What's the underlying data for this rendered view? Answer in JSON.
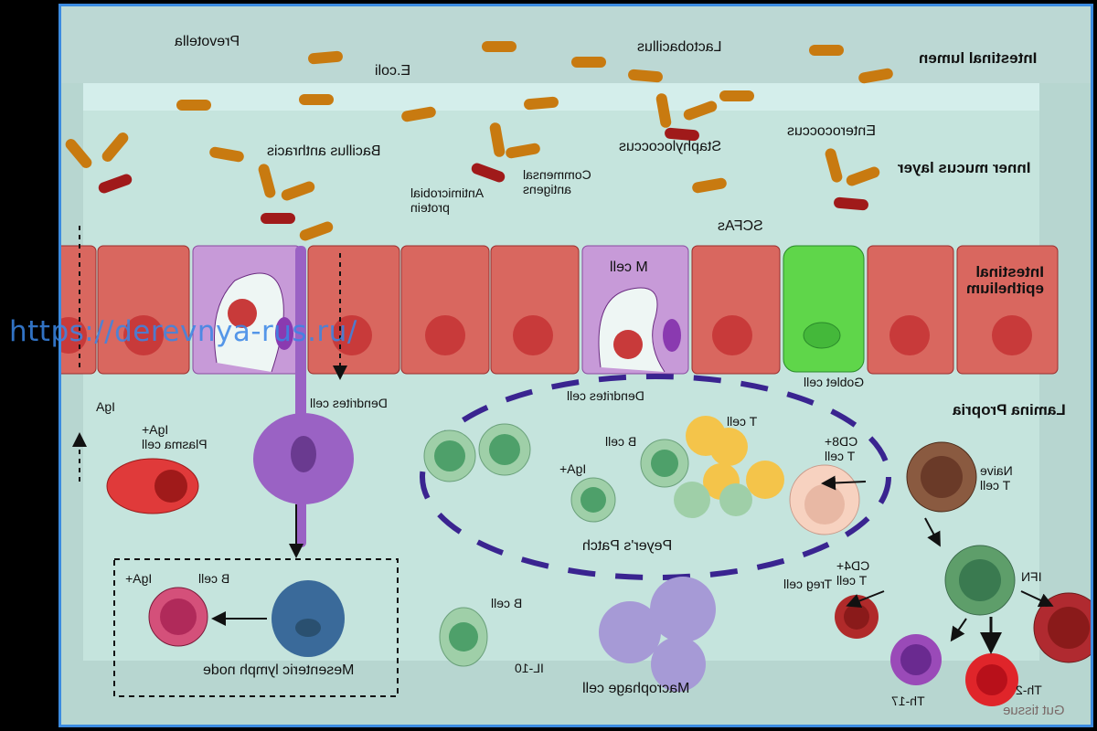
{
  "diagram": {
    "title": "Gut tissue",
    "mirrored": true,
    "colors": {
      "background": "#b7d6d0",
      "frame_border": "#3b8be0",
      "bacteria_orange": "#c87a10",
      "bacteria_red": "#a01a1a",
      "epithelium": "#d9675f",
      "m_cell": "#c79ad8",
      "goblet_cell": "#5fd64a",
      "dendritic_cell": "#9a62c4",
      "peyers_patch_border": "#3a2490",
      "watermark": "#3a86e6"
    },
    "regions": {
      "lumen": "Intestinal lumen",
      "mucus": "Inner mucus  layer",
      "epithelium": [
        "Intestinal",
        "epithelium"
      ],
      "lamina": "Lamina Propria"
    },
    "bacteria": {
      "prevotella": "Prevotella",
      "ecoli": "E.coli",
      "lactobacillus": "Lactobacillus",
      "bacillus": "Bacillus anthracis",
      "staph": "Staphylococcus",
      "enterococcus": "Enterococcus"
    },
    "molecules": {
      "antimicrobial": [
        "Antimicrobial",
        "protein"
      ],
      "commensal": [
        "Commensal",
        "antigens"
      ],
      "scfa": "SCFAs",
      "iga": "IgA",
      "il10": "IL-10",
      "ifn": "IFN"
    },
    "cells": {
      "m_cell": "M cell",
      "goblet": "Goblet cell",
      "dendrites_top": "Dendrites cell",
      "dendrites_mid": "Dendrites cell",
      "plasma": [
        "IgA+",
        "Plasma cell"
      ],
      "b_cell_pp": "B cell",
      "t_cell_pp": "T cell",
      "iga_pp": "IgA+",
      "peyers": "Peyer's Patch",
      "cd8": [
        "CD8+",
        "T cell"
      ],
      "naive": [
        "Naive",
        "T cell"
      ],
      "cd4": [
        "CD4+",
        "T cell"
      ],
      "treg": "Treg cell",
      "th17": "Th-17",
      "th2": "Th-2",
      "b_cell_mln": "B cell",
      "iga_mln": "IgA+",
      "mln": "Mesenteric lymph node",
      "b_cell_il10": "B cell",
      "macrophage": "Macrophage cell"
    },
    "watermark": "https://derevnya-rus.ru/"
  }
}
